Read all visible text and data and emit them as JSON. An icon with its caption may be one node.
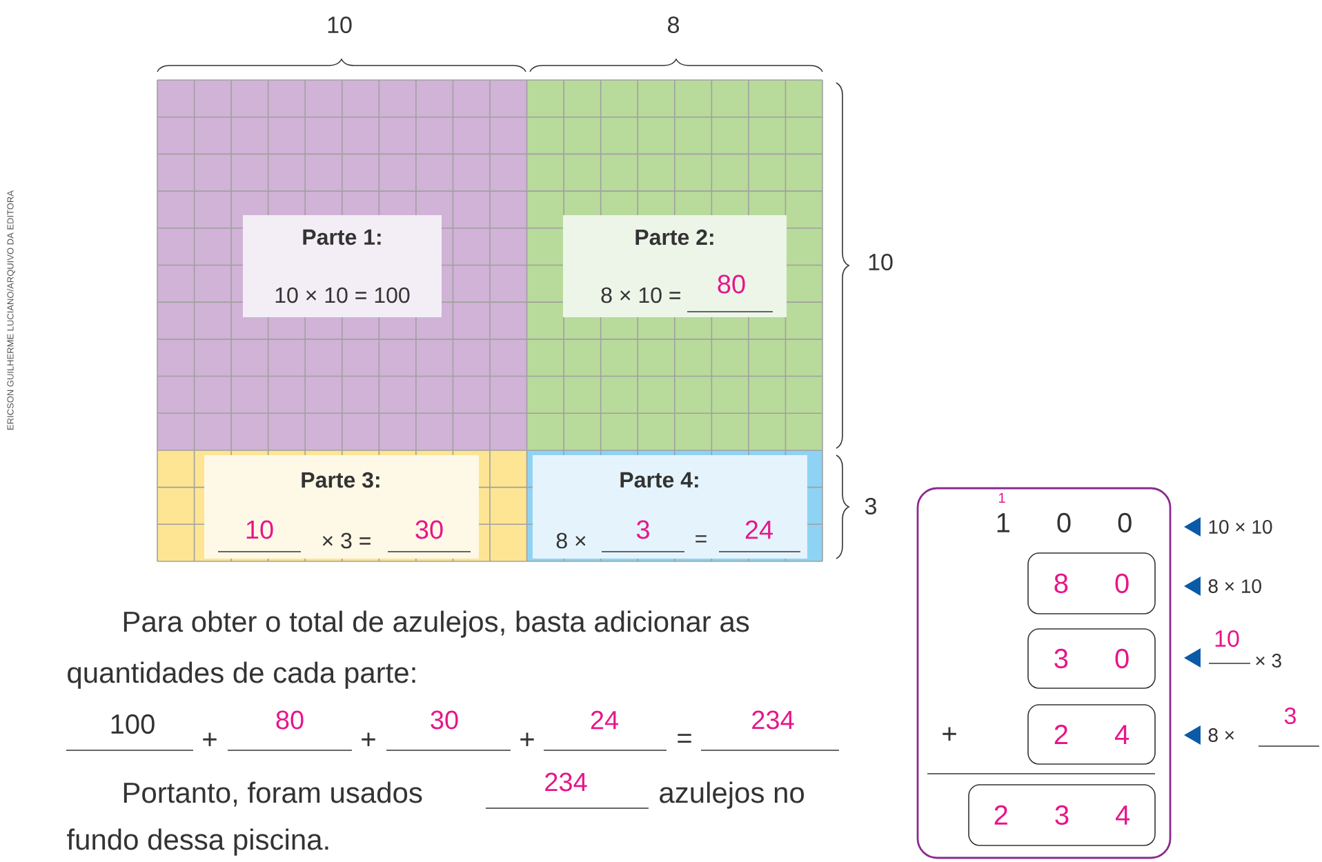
{
  "diagram": {
    "nodes": [
      {
        "text": [
          "Parte 1:",
          "10 × 10 = 100"
        ]
      },
      {
        "text": [
          "Parte 2:",
          "8 × 10 =",
          "80"
        ]
      },
      {
        "text": [
          "Parte 3:",
          "10",
          "× 3 =",
          "30"
        ]
      },
      {
        "text": [
          "Parte 4:",
          "8 ×",
          "3",
          "=",
          "24"
        ]
      },
      {
        "text": [
          "1",
          "1 0 0",
          "+"
        ]
      },
      {
        "text": [
          "8 0"
        ],
        "in": 4
      },
      {
        "text": [
          "3 0"
        ],
        "in": 4
      },
      {
        "text": [
          "2 4"
        ],
        "in": 4
      },
      {
        "text": [
          "2 3 4"
        ],
        "in": 4
      }
    ],
    "edges": [],
    "labels": [
      "ERICSON GUILHERME LUCIANO/ARQUIVO DA EDITORA",
      "10",
      "8",
      "10",
      "3",
      "Para obter o total de azulejos, basta adicionar as quantidades de cada parte:",
      "100",
      "+",
      "80",
      "+",
      "30",
      "+",
      "24",
      "=",
      "234",
      "Portanto, foram usados",
      "234",
      "azulejos no fundo dessa piscina.",
      "10 × 10",
      "8 × 10",
      "10",
      "× 3",
      "8 ×",
      "3"
    ]
  }
}
